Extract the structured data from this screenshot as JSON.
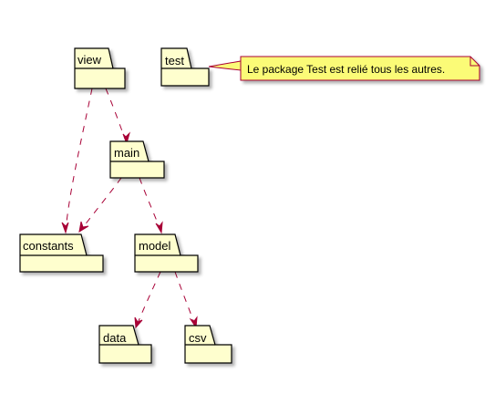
{
  "colors": {
    "package_fill": "#FEFECE",
    "package_border": "#000000",
    "arrow": "#A80036",
    "note_fill": "#FBFB77",
    "note_border": "#A80036"
  },
  "packages": {
    "view": "view",
    "test": "test",
    "main": "main",
    "constants": "constants",
    "model": "model",
    "data": "data",
    "csv": "csv"
  },
  "note": {
    "text": "Le package Test est relié tous les autres.",
    "attached_to": "test"
  },
  "dependencies": [
    {
      "from": "view",
      "to": "main"
    },
    {
      "from": "view",
      "to": "constants"
    },
    {
      "from": "main",
      "to": "constants"
    },
    {
      "from": "main",
      "to": "model"
    },
    {
      "from": "model",
      "to": "data"
    },
    {
      "from": "model",
      "to": "csv"
    }
  ]
}
